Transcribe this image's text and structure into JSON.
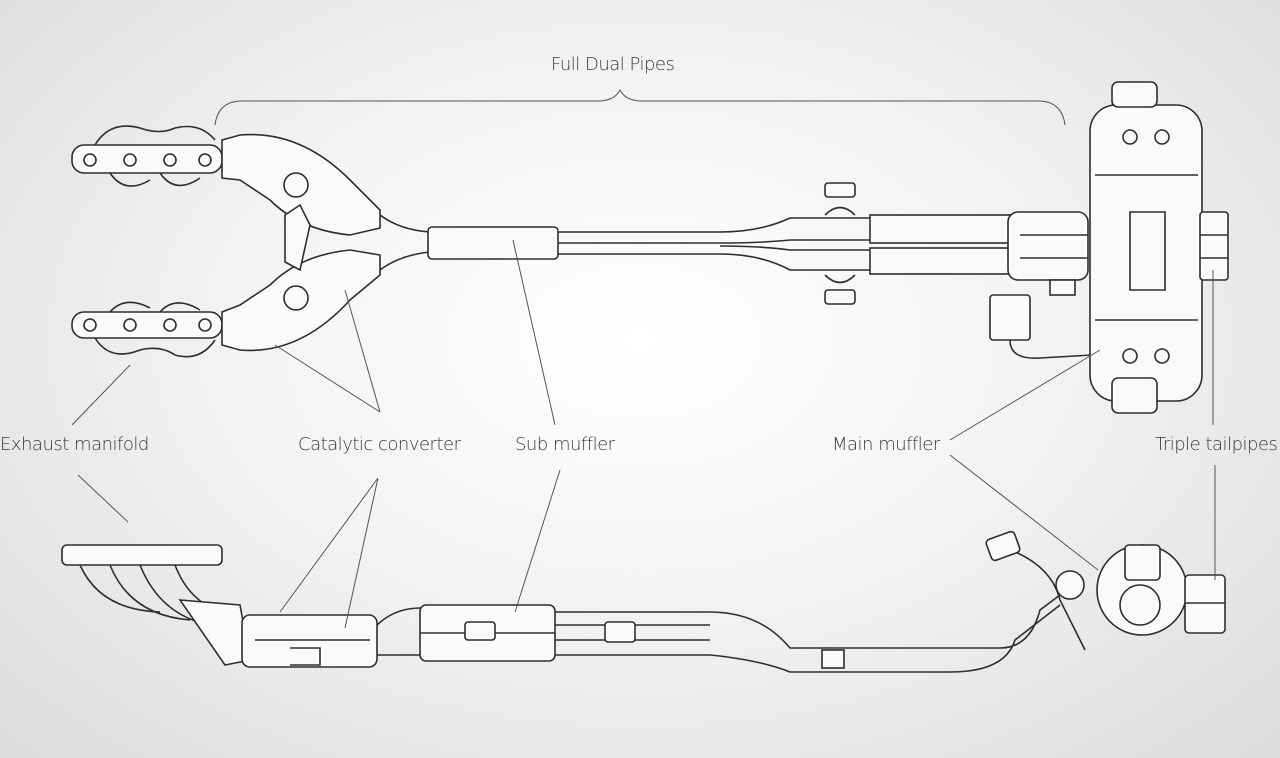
{
  "title": "Full Dual Pipes",
  "labels": {
    "exhaust_manifold": "Exhaust manifold",
    "catalytic_converter": "Catalytic converter",
    "sub_muffler": "Sub muffler",
    "main_muffler": "Main muffler",
    "triple_tailpipes": "Triple tailpipes"
  }
}
